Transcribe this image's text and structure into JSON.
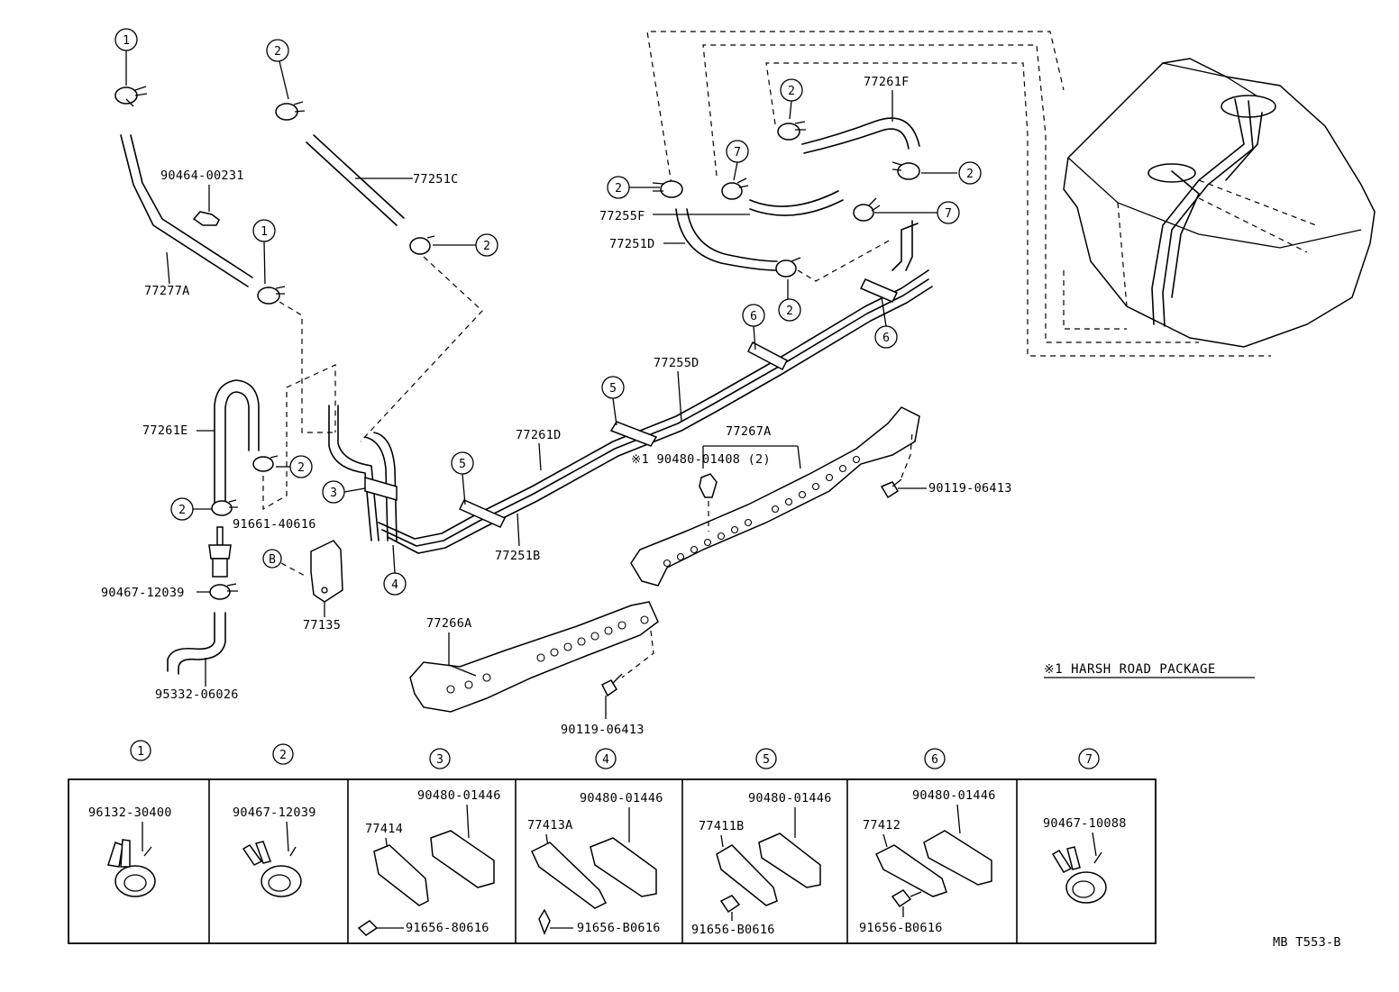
{
  "labels": {
    "p77277A": "77277A",
    "p90464": "90464-00231",
    "p77251C": "77251C",
    "p77261F": "77261F",
    "p77255F": "77255F",
    "p77251D": "77251D",
    "p77255D": "77255D",
    "p77261D": "77261D",
    "p77267A": "77267A",
    "p90480a": "※1 90480-01408 (2)",
    "p90119a": "90119-06413",
    "p77261E": "77261E",
    "p91661": "91661-40616",
    "p77251B": "77251B",
    "p90467": "90467-12039",
    "p77135": "77135",
    "p77266A": "77266A",
    "p95332": "95332-06026",
    "p90119b": "90119-06413",
    "note": "※1 HARSH ROAD PACKAGE",
    "code": "MB T553-B",
    "refB": "B"
  },
  "callouts": {
    "c1": "1",
    "c2": "2",
    "c3": "3",
    "c4": "4",
    "c5": "5",
    "c6": "6",
    "c7": "7"
  },
  "legend": {
    "col1": {
      "num": "1",
      "parts": [
        "96132-30400"
      ]
    },
    "col2": {
      "num": "2",
      "parts": [
        "90467-12039"
      ]
    },
    "col3": {
      "num": "3",
      "parts": [
        "90480-01446",
        "77414",
        "91656-80616"
      ]
    },
    "col4": {
      "num": "4",
      "parts": [
        "90480-01446",
        "77413A",
        "91656-B0616"
      ]
    },
    "col5": {
      "num": "5",
      "parts": [
        "90480-01446",
        "77411B",
        "91656-B0616"
      ]
    },
    "col6": {
      "num": "6",
      "parts": [
        "90480-01446",
        "77412",
        "91656-B0616"
      ]
    },
    "col7": {
      "num": "7",
      "parts": [
        "90467-10088"
      ]
    }
  }
}
